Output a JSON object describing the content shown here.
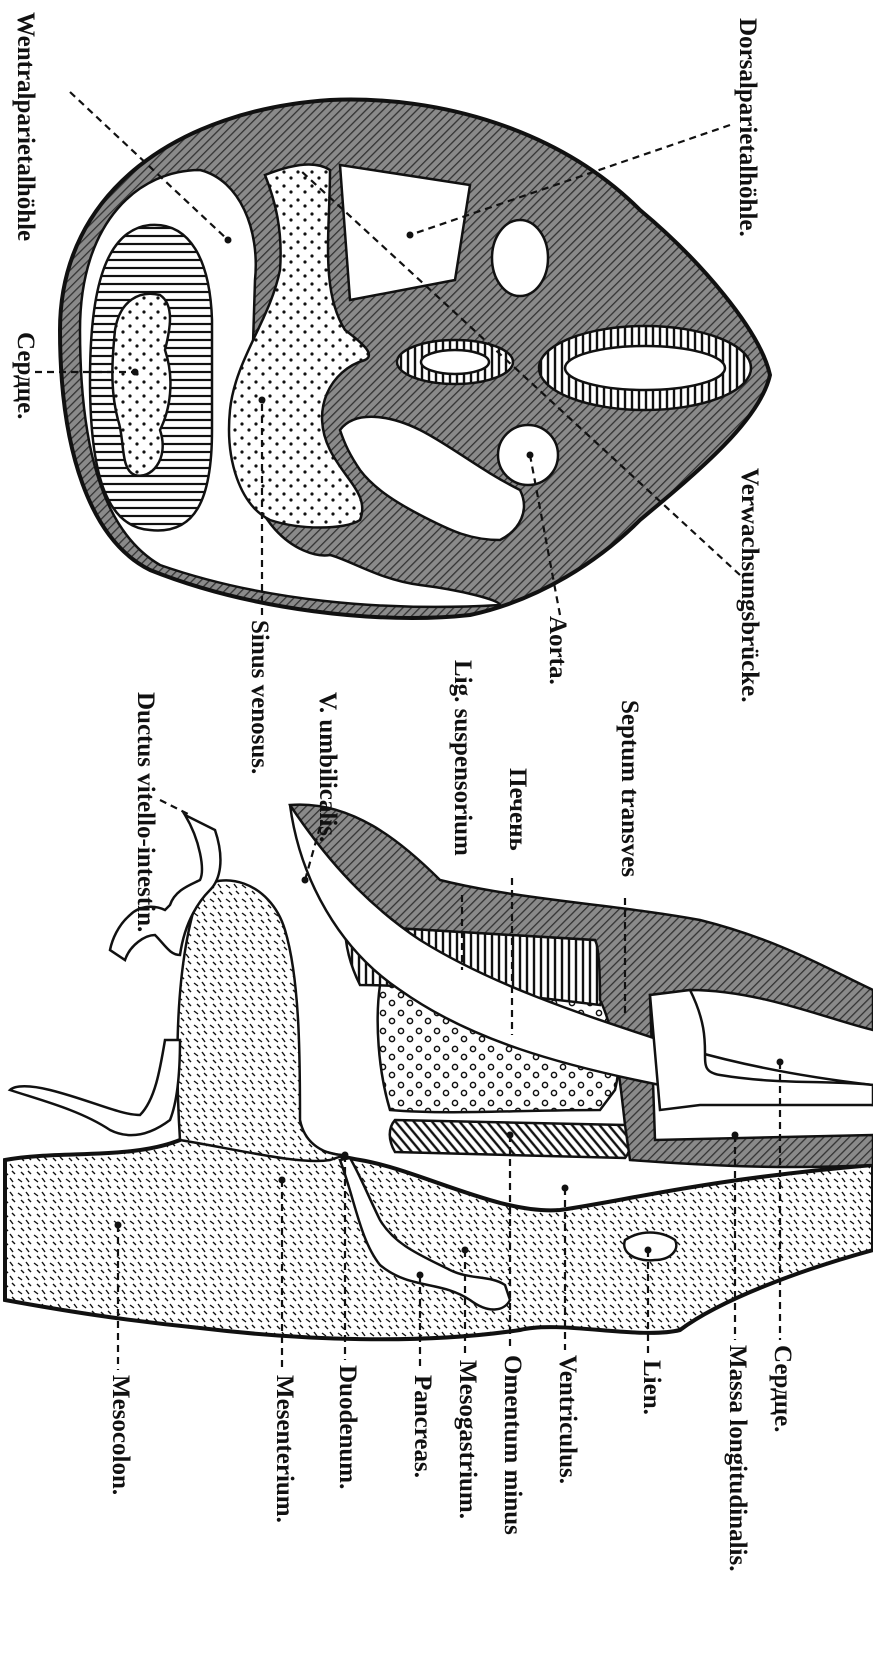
{
  "figure": {
    "upper_section": {
      "labels": {
        "wentralparietalhohle": "Wentralparietalhöhle",
        "serdce": "Сердце.",
        "dorsalparietalhohle": "Dorsalparietalhöhle.",
        "verwachsungsbrucke": "Verwachsungsbrücke.",
        "aorta": "Aorta.",
        "sinus_venosus": "Sinus venosus."
      }
    },
    "lower_section": {
      "labels": {
        "septum_transversum": "Septum transves",
        "pechen": "Печень",
        "lig_suspensorium": "Lig. suspensorium",
        "v_umbilicalis": "V. umbilicalis.",
        "ductus_vitello": "Ductus vitello-intestin.",
        "serdce": "Сердце.",
        "massa_longitudinalis": "Massa longitudinalis.",
        "lien": "Lien.",
        "ventriculus": "Ventriculus.",
        "omentum_minus": "Omentum minus",
        "mesogastrium": "Mesogastrium.",
        "pancreas": "Pancreas.",
        "duodenum": "Duodenum.",
        "mesenterium": "Mesenterium.",
        "mesocolon": "Mesocolon."
      }
    }
  },
  "colors": {
    "tissue": "#6f6f6f",
    "ink": "#111111",
    "paper": "#ffffff"
  }
}
